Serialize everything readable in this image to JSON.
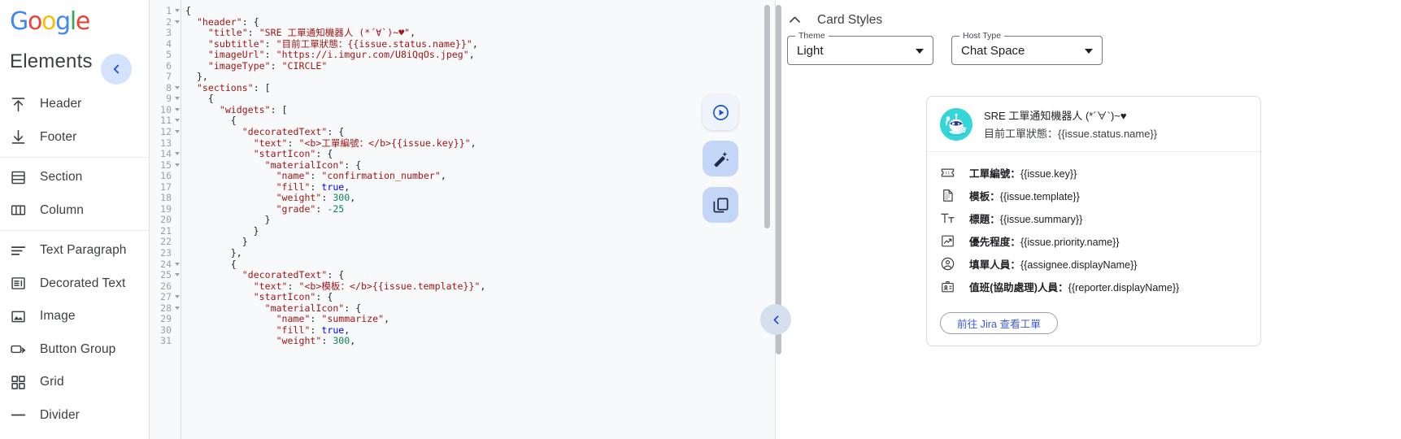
{
  "brand": {
    "letters": [
      "G",
      "o",
      "o",
      "g",
      "l",
      "e"
    ]
  },
  "sidebar": {
    "heading": "Elements",
    "collapse_icon": "chevron-left-icon",
    "items": [
      {
        "label": "Header",
        "icon": "arrow-up-to-line-icon",
        "divider_after": false
      },
      {
        "label": "Footer",
        "icon": "arrow-down-to-line-icon",
        "divider_after": true
      },
      {
        "label": "Section",
        "icon": "section-icon",
        "divider_after": false
      },
      {
        "label": "Column",
        "icon": "column-icon",
        "divider_after": true
      },
      {
        "label": "Text Paragraph",
        "icon": "text-paragraph-icon",
        "divider_after": false
      },
      {
        "label": "Decorated Text",
        "icon": "decorated-text-icon",
        "divider_after": false
      },
      {
        "label": "Image",
        "icon": "image-icon",
        "divider_after": false
      },
      {
        "label": "Button Group",
        "icon": "button-group-icon",
        "divider_after": false
      },
      {
        "label": "Grid",
        "icon": "grid-icon",
        "divider_after": false
      },
      {
        "label": "Divider",
        "icon": "divider-icon",
        "divider_after": false
      }
    ]
  },
  "editor": {
    "first_line": 1,
    "last_line": 31,
    "fold_lines": [
      1,
      2,
      8,
      9,
      10,
      11,
      12,
      14,
      15,
      24,
      25,
      27,
      28
    ],
    "lines": [
      "{",
      "  \"header\": {",
      "    \"title\": \"SRE 工單通知機器人 (*´∀`)~♥\",",
      "    \"subtitle\": \"目前工單狀態：{{issue.status.name}}\",",
      "    \"imageUrl\": \"https://i.imgur.com/U8iQqOs.jpeg\",",
      "    \"imageType\": \"CIRCLE\"",
      "  },",
      "  \"sections\": [",
      "    {",
      "      \"widgets\": [",
      "        {",
      "          \"decoratedText\": {",
      "            \"text\": \"<b>工單編號：</b>{{issue.key}}\",",
      "            \"startIcon\": {",
      "              \"materialIcon\": {",
      "                \"name\": \"confirmation_number\",",
      "                \"fill\": true,",
      "                \"weight\": 300,",
      "                \"grade\": -25",
      "              }",
      "            }",
      "          }",
      "        },",
      "        {",
      "          \"decoratedText\": {",
      "            \"text\": \"<b>模板：</b>{{issue.template}}\",",
      "            \"startIcon\": {",
      "              \"materialIcon\": {",
      "                \"name\": \"summarize\",",
      "                \"fill\": true,",
      "                \"weight\": 300,"
    ]
  },
  "fabs": [
    {
      "name": "run-preview-button",
      "icon": "play-circle-icon",
      "style": "white"
    },
    {
      "name": "ai-generate-button",
      "icon": "magic-wand-icon",
      "style": "blue"
    },
    {
      "name": "copy-json-button",
      "icon": "copy-icon",
      "style": "blue"
    }
  ],
  "panel_handle": {
    "icon": "chevron-left-icon"
  },
  "card_styles": {
    "section_title": "Card Styles",
    "collapse_icon": "chevron-up-icon",
    "theme": {
      "label": "Theme",
      "value": "Light"
    },
    "host_type": {
      "label": "Host Type",
      "value": "Chat Space"
    }
  },
  "preview_card": {
    "avatar": "robot-avatar",
    "title": "SRE 工單通知機器人 (*´∀`)~♥",
    "subtitle": "目前工單狀態：{{issue.status.name}}",
    "rows": [
      {
        "icon": "confirmation-number-icon",
        "bold": "工單編號：",
        "value": "{{issue.key}}"
      },
      {
        "icon": "summarize-icon",
        "bold": "模板：",
        "value": "{{issue.template}}"
      },
      {
        "icon": "title-icon",
        "bold": "標題：",
        "value": "{{issue.summary}}"
      },
      {
        "icon": "trending-up-icon",
        "bold": "優先程度：",
        "value": "{{issue.priority.name}}"
      },
      {
        "icon": "account-circle-icon",
        "bold": "填單人員：",
        "value": "{{assignee.displayName}}"
      },
      {
        "icon": "badge-icon",
        "bold": "值班(協助處理)人員：",
        "value": "{{reporter.displayName}}"
      }
    ],
    "button": {
      "label": "前往 Jira 查看工單"
    }
  },
  "colors": {
    "accent_blue": "#1a73e8",
    "link_blue": "#3b5bdb",
    "fab_blue_bg": "#c3d6f7",
    "avatar_teal": "#35d5d8",
    "code_string": "#a31515",
    "code_bool": "#0000ff",
    "code_number": "#098658"
  }
}
